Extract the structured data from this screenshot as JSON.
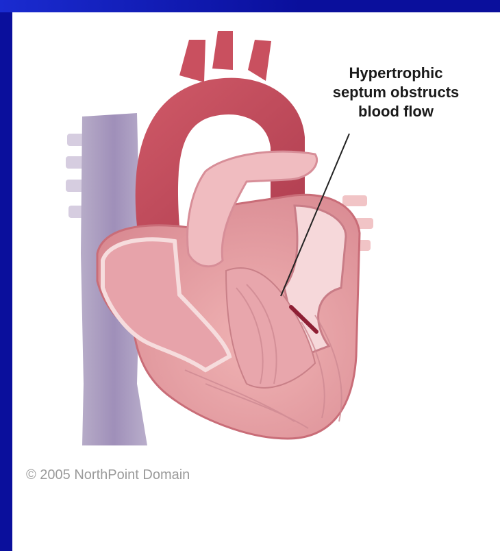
{
  "callout": {
    "line1": "Hypertrophic",
    "line2": "septum obstructs",
    "line3": "blood flow"
  },
  "credit": "© 2005 NorthPoint Domain",
  "colors": {
    "frame": "#0a0f9c",
    "aorta": "#c24a5a",
    "vein": "#a99bbf",
    "muscle": "#e4a0a5",
    "chamber_wall": "#f2c9cb"
  }
}
